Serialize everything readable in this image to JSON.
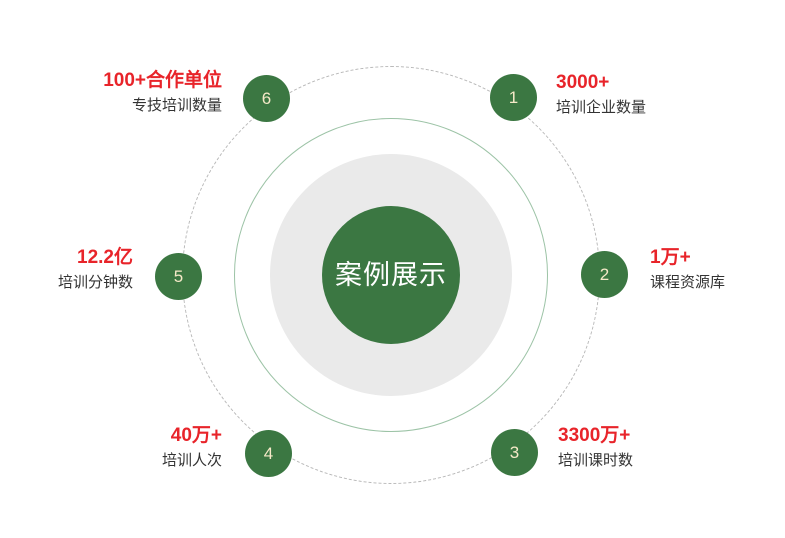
{
  "center": {
    "label": "案例展示",
    "fill_color": "#3b7742",
    "text_color": "#ffffff"
  },
  "rings": {
    "gray_ring_color": "#eaeaea",
    "outline_ring_color": "#9cc3a6",
    "dashed_ring_color": "#b9b9b9"
  },
  "colors": {
    "accent_green": "#3b7742",
    "accent_red": "#e8242a",
    "node_number": "#f5e9c8",
    "description": "#333333"
  },
  "nodes": [
    {
      "number": "1",
      "value": "3000+",
      "desc": "培训企业数量"
    },
    {
      "number": "2",
      "value": "1万+",
      "desc": "课程资源库"
    },
    {
      "number": "3",
      "value": "3300万+",
      "desc": "培训课时数"
    },
    {
      "number": "4",
      "value": "40万+",
      "desc": "培训人次"
    },
    {
      "number": "5",
      "value": "12.2亿",
      "desc": "培训分钟数"
    },
    {
      "number": "6",
      "value": "100+合作单位",
      "desc": "专技培训数量"
    }
  ]
}
